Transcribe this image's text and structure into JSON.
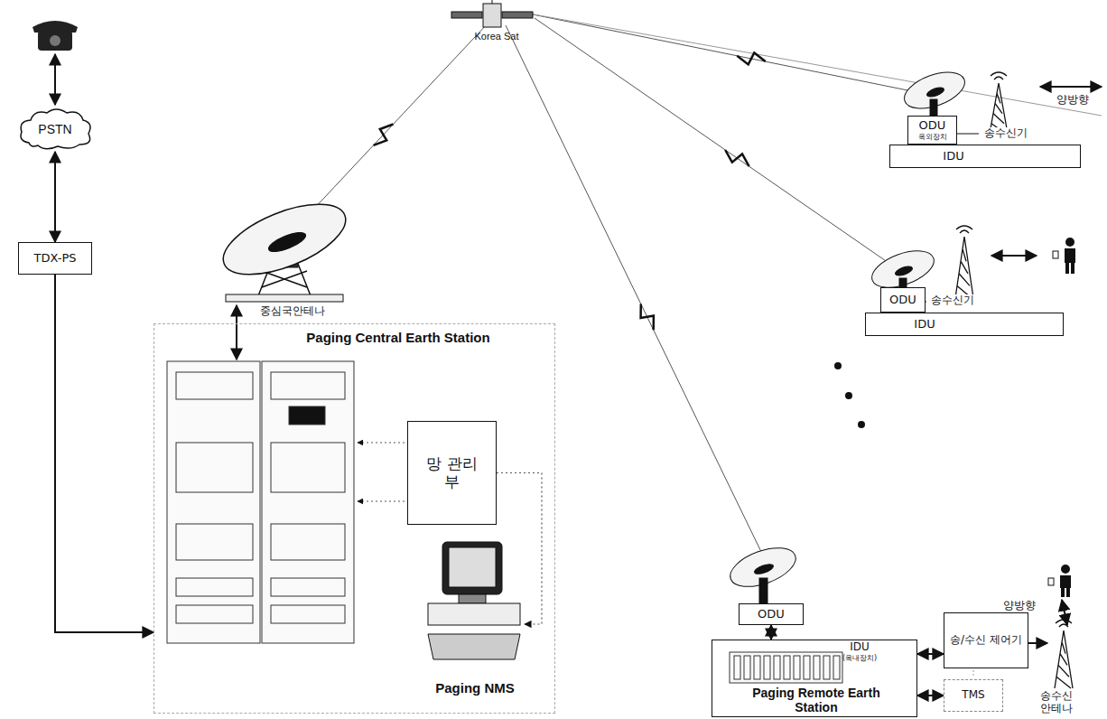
{
  "diagram": {
    "nodes": [
      {
        "text": [
          "PSTN"
        ]
      },
      {
        "text": [
          "TDX-PS"
        ]
      },
      {
        "text": [
          "Paging Central Earth Station"
        ]
      },
      {
        "text": [
          "망 관리 부"
        ],
        "in": 2
      },
      {
        "text": [
          "Paging NMS"
        ],
        "in": 2
      },
      {
        "text": [
          "ODU",
          "옥외장치"
        ]
      },
      {
        "text": [
          "IDU"
        ]
      },
      {
        "text": [
          "ODU"
        ]
      },
      {
        "text": [
          "IDU"
        ]
      },
      {
        "text": [
          "ODU"
        ]
      },
      {
        "text": [
          "IDU",
          "(옥내장치)",
          "Paging Remote Earth Station"
        ]
      },
      {
        "text": [
          "송/수신 제어기"
        ]
      },
      {
        "text": [
          "TMS"
        ]
      }
    ],
    "edges": [
      {
        "from": 0,
        "to": 1,
        "arrow": "both"
      },
      {
        "from": 1,
        "to": 2,
        "arrow": "to"
      },
      {
        "from": 3,
        "to": 4,
        "arrow": "to"
      },
      {
        "from": 9,
        "to": 10,
        "arrow": "both"
      },
      {
        "from": 10,
        "to": 11,
        "arrow": "both"
      },
      {
        "from": 10,
        "to": 12,
        "arrow": "both"
      }
    ],
    "labels": [
      "Korea Sat",
      "중심국안테나",
      "송수신기",
      "양방향",
      "송수신기",
      "송수신 안테나",
      "양방향"
    ]
  }
}
